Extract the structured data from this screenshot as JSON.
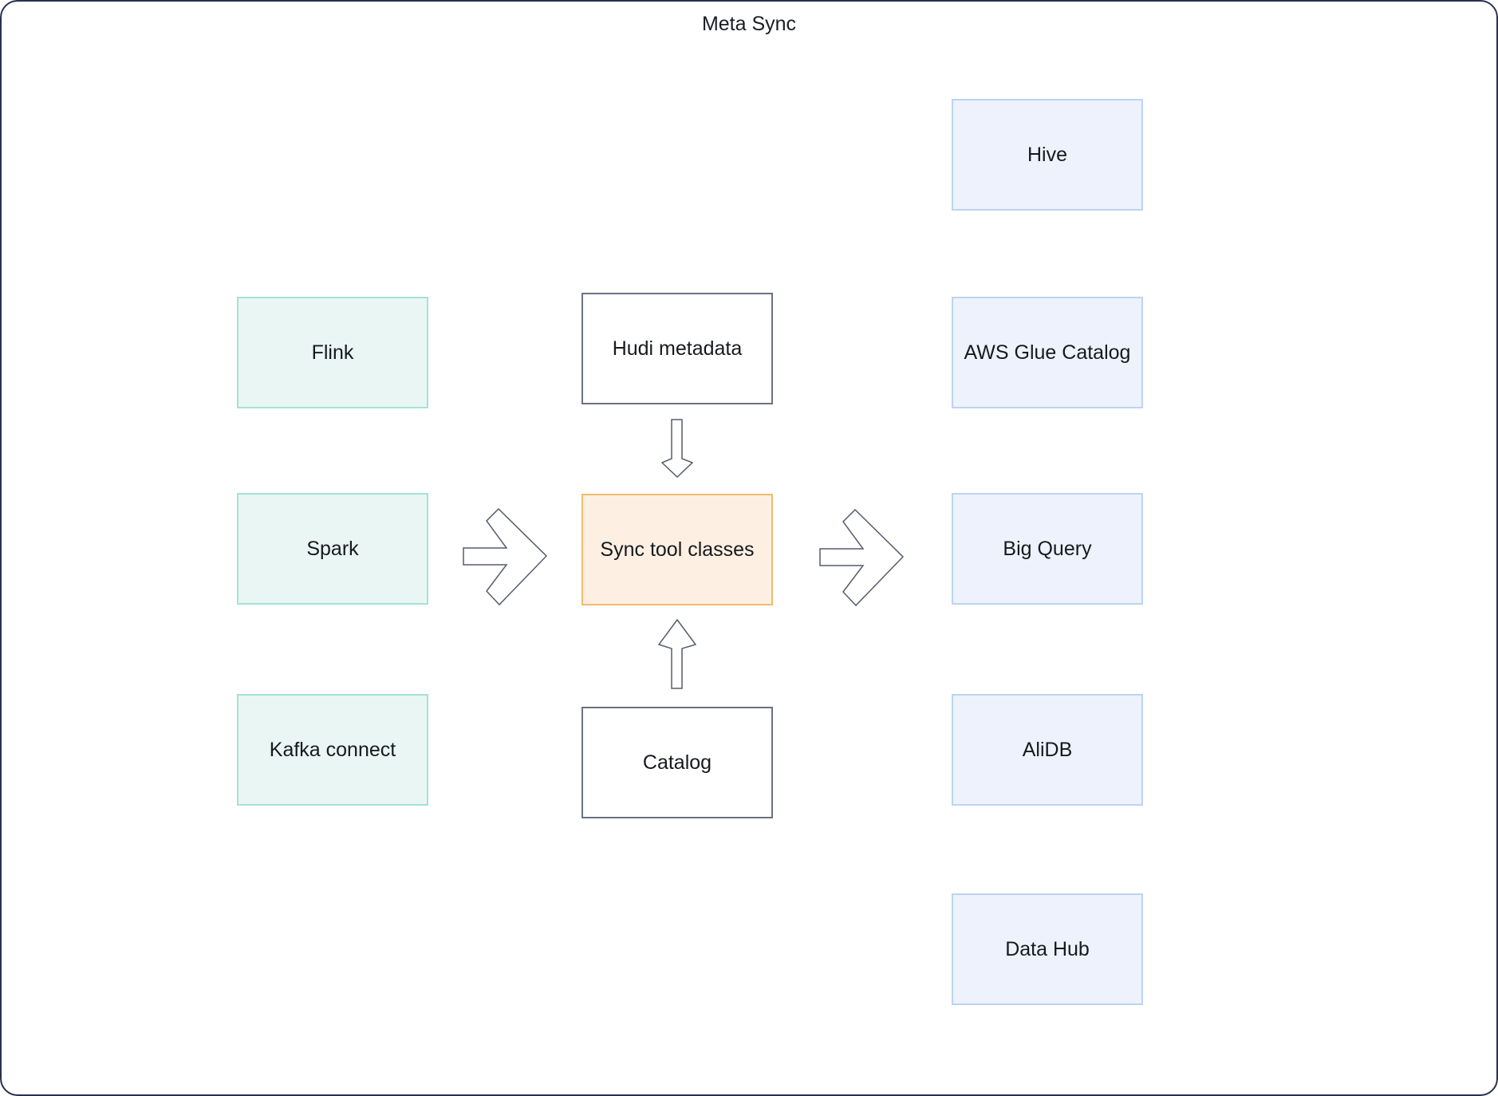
{
  "diagram": {
    "title": "Meta Sync",
    "nodes": {
      "flink": {
        "label": "Flink"
      },
      "spark": {
        "label": "Spark"
      },
      "kafka_connect": {
        "label": "Kafka connect"
      },
      "hudi_metadata": {
        "label": "Hudi metadata"
      },
      "sync_tool_classes": {
        "label": "Sync tool classes"
      },
      "catalog": {
        "label": "Catalog"
      },
      "hive": {
        "label": "Hive"
      },
      "aws_glue_catalog": {
        "label": "AWS Glue Catalog"
      },
      "big_query": {
        "label": "Big Query"
      },
      "alidb": {
        "label": "AliDB"
      },
      "data_hub": {
        "label": "Data Hub"
      }
    },
    "icons": {
      "spark_to_sync": "block-arrow-right",
      "hudi_to_sync": "block-arrow-down",
      "catalog_to_sync": "block-arrow-up",
      "sync_to_targets": "block-arrow-right"
    },
    "colors": {
      "frame_border": "#2b3050",
      "source_fill": "#e9f6f3",
      "source_border": "#a6e1d7",
      "target_fill": "#edf2fc",
      "target_border": "#bcd4f2",
      "core_fill": "#fdf0e2",
      "core_border": "#f2ba6d",
      "plain_border": "#6b7183",
      "arrow_stroke": "#565b6e",
      "text": "#17191f"
    }
  }
}
